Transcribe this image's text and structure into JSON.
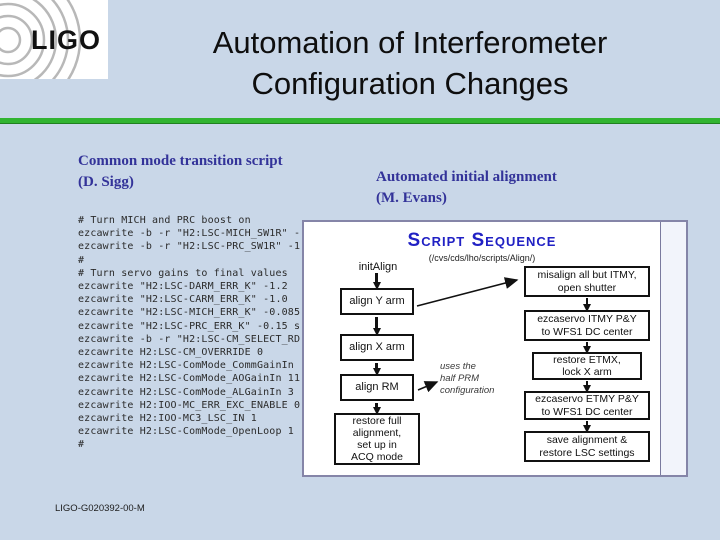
{
  "colors": {
    "background": "#c9d7e8",
    "rule_green": "#31b431",
    "heading_blue": "#333399",
    "diagram_title_blue": "#2121c4",
    "diagram_border": "#8585a8",
    "box_border": "#111111"
  },
  "logo": {
    "text": "LIGO"
  },
  "title": {
    "line1": "Automation of Interferometer",
    "line2": "Configuration Changes"
  },
  "left_section": {
    "heading": "Common mode transition script",
    "author": "(D. Sigg)"
  },
  "right_section": {
    "heading": "Automated initial alignment",
    "author": "(M. Evans)"
  },
  "script": {
    "text": "# Turn MICH and PRC boost on\nezcawrite -b -r \"H2:LSC-MICH_SW1R\" -\nezcawrite -b -r \"H2:LSC-PRC_SW1R\" -1\n#\n# Turn servo gains to final values\nezcawrite \"H2:LSC-DARM_ERR_K\" -1.2\nezcawrite \"H2:LSC-CARM_ERR_K\" -1.0\nezcawrite \"H2:LSC-MICH_ERR_K\" -0.085\nezcawrite \"H2:LSC-PRC_ERR_K\" -0.15 s\nezcawrite -b -r \"H2:LSC-CM_SELECT_RD\nezcawrite H2:LSC-CM_OVERRIDE 0\nezcawrite H2:LSC-ComMode_CommGainIn\nezcawrite H2:LSC-ComMode_AOGainIn 11\nezcawrite H2:LSC-ComMode_ALGainIn 3\nezcawrite H2:IOO-MC_ERR_EXC_ENABLE 0\nezcawrite H2:IOO-MC3_LSC_IN 1\nezcawrite H2:LSC-ComMode_OpenLoop 1\n#"
  },
  "diagram": {
    "title": "Script Sequence",
    "subtitle": "(/cvs/cds/lho/scripts/Align/)",
    "start_label": "initAlign",
    "left_steps": [
      "align Y arm",
      "align X arm",
      "align RM",
      "restore full\nalignment,\nset up in\nACQ mode"
    ],
    "right_steps": [
      "misalign all but ITMY,\nopen shutter",
      "ezcaservo ITMY P&Y\nto WFS1 DC center",
      "restore ETMX,\nlock X arm",
      "ezcaservo ETMY P&Y\nto WFS1 DC center",
      "save alignment &\nrestore LSC settings"
    ],
    "note": "uses the\nhalf PRM\nconfiguration"
  },
  "footer": {
    "doc_id": "LIGO-G020392-00-M"
  }
}
